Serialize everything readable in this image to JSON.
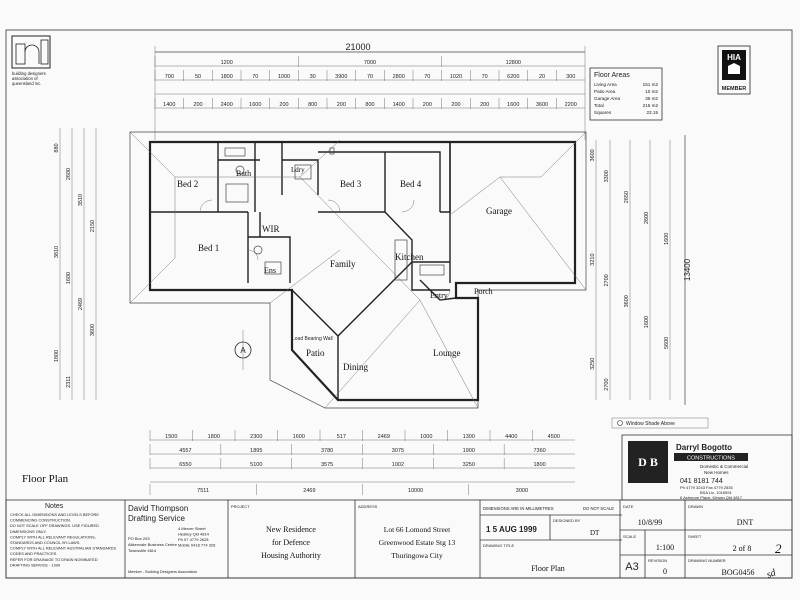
{
  "header": {
    "logo_caption": [
      "building designers",
      "association of",
      "queensland inc."
    ],
    "overall_width": "21000"
  },
  "rooms": {
    "bed2": "Bed 2",
    "bath": "Bath",
    "ldry": "Ldry",
    "bed3": "Bed 3",
    "bed4": "Bed 4",
    "garage": "Garage",
    "bed1": "Bed 1",
    "wir": "WIR",
    "ens": "Ens",
    "family": "Family",
    "kitchen": "Kitchen",
    "entry": "Entry",
    "porch": "Porch",
    "patio": "Patio",
    "dining": "Dining",
    "lounge": "Lounge"
  },
  "annotations": {
    "load_bearing": "Load Bearing Wall",
    "circle_a": "A",
    "window_shade": "Window Shade Above",
    "side_dim": "13400"
  },
  "floor_areas": {
    "title": "Floor Areas",
    "rows": [
      {
        "label": "Living Area",
        "value": "151 m2"
      },
      {
        "label": "Patio Area",
        "value": "10 m2"
      },
      {
        "label": "Garage Area",
        "value": "35 m2"
      },
      {
        "label": "Total",
        "value": "215 m2"
      },
      {
        "label": "Squares",
        "value": "23.15"
      }
    ]
  },
  "hia": {
    "logo": "HIA",
    "member": "MEMBER"
  },
  "drawing_label": "Floor Plan",
  "title_block": {
    "notes_title": "Notes",
    "notes_lines": [
      "CHECK ALL DIMENSIONS AND LEVELS BEFORE",
      "COMMENCING CONSTRUCTION.",
      "DO NOT SCALE OFF DRAWINGS. USE FIGURED",
      "DIMENSIONS ONLY.",
      "COMPLY WITH ALL RELEVANT REGULATIONS,",
      "STANDARDS AND COUNCIL BY-LAWS.",
      "COMPLY WITH ALL RELEVANT AUSTRALIAN STANDARDS",
      "CODES AND PRACTICES.",
      "REFER FOR DRAINAGE TO DRAIN NOMINATED",
      "DRAFTING SERVICE - 1999"
    ],
    "firm_name": "David Thompson",
    "firm_name2": "Drafting Service",
    "firm_address": [
      "4 Mercer Street",
      "Heatley Qld 4814",
      "Ph 07 4779 2628",
      "Mobile 0418 774 328"
    ],
    "firm_contact": [
      "PO Box 293",
      "Aitkenvale Business Centre",
      "Townsville 4814"
    ],
    "firm_footer": "Member - Building Designers Association",
    "project_label": "PROJECT",
    "project": [
      "New Residence",
      "for Defence",
      "Housing Authority"
    ],
    "address_label": "ADDRESS",
    "address": [
      "Lot 66 Lomond Street",
      "Greenwood Estate Stg 13",
      "Thuringowa City"
    ],
    "dims_note": "DIMENSIONS ARE IN MILLIMETRES",
    "do_not_scale": "DO NOT SCALE",
    "stamp": "1 5 AUG 1999",
    "designed_by_label": "DESIGNED BY",
    "designed_by": "DT",
    "drawing_title_label": "DRAWING TITLE",
    "drawing_title": "Floor Plan",
    "sheet_size": "A3",
    "date_label": "DATE",
    "date": "10/8/99",
    "drawn_label": "DRAWN",
    "drawn": "DNT",
    "sheet_label": "SHEET",
    "sheet": "2  of  8",
    "scale_label": "SCALE",
    "scale": "1:100",
    "revision_label": "REVISION",
    "revision": "0",
    "drawing_number_label": "DRAWING NUMBER",
    "drawing_number": "BOG0456",
    "builder_name": "Darryl Bogotto",
    "builder_sub": "CONSTRUCTIONS",
    "builder_line": "Domestic & Commercial",
    "builder_line2": "New Homes",
    "builder_phone": "041 8181 744",
    "builder_fax": "Ph 4779 3243  Fax 4779 2535",
    "builder_lic": "BSA Lic. 1016591",
    "builder_addr": "6 Ashmore Place, Kirwan Qld 4817",
    "handwritten_circle": "2",
    "handwritten_note": "sd"
  },
  "dims": {
    "top_row1": [
      "1200",
      "7000",
      "12800"
    ],
    "top_row2": [
      "700",
      "50",
      "1800",
      "70",
      "1000",
      "30",
      "3900",
      "70",
      "2800",
      "70",
      "1020",
      "70",
      "6200",
      "20",
      "300"
    ],
    "top_row3": [
      "1400",
      "200",
      "2400",
      "1600",
      "200",
      "800",
      "200",
      "800",
      "1400",
      "200",
      "200",
      "200",
      "1600",
      "3600",
      "2200"
    ],
    "bottom_row1": [
      "1500",
      "1800",
      "2300",
      "1600",
      "517",
      "2469",
      "1000",
      "1300",
      "4400",
      "4500"
    ],
    "bottom_row2": [
      "4557",
      "1895",
      "3780",
      "3075",
      "1900",
      "7360"
    ],
    "bottom_row3": [
      "6550",
      "5100",
      "3575",
      "1002",
      "3250",
      "1800"
    ],
    "bottom_row4": [
      "7511",
      "2469",
      "10000",
      "3000"
    ],
    "left_col": [
      "880",
      "2600",
      "3510",
      "2150",
      "3810",
      "1600",
      "2469",
      "3600",
      "1800",
      "2311"
    ],
    "right_col": [
      "3600",
      "3300",
      "2650",
      "2600",
      "1600",
      "3210",
      "2700",
      "3600",
      "1600",
      "5600",
      "3250",
      "2700"
    ]
  }
}
